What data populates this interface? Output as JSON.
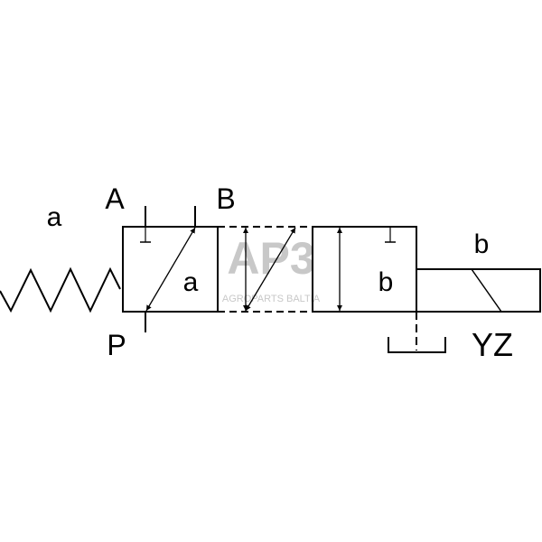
{
  "labels": {
    "spring_side": "a",
    "port_a": "A",
    "port_b": "B",
    "port_p": "P",
    "position_a": "a",
    "position_b": "b",
    "solenoid": "b",
    "solenoid_code": "YZ"
  },
  "watermark": {
    "logo": "AP3",
    "text": "AGROPARTS BALTIA"
  },
  "colors": {
    "line": "#000000",
    "watermark": "#c8c8c8"
  }
}
